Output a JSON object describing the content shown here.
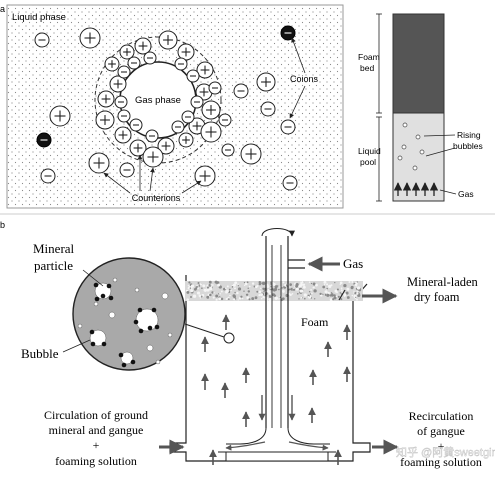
{
  "panel_a": {
    "label": "a",
    "liquid_phase": "Liquid phase",
    "gas_phase": "Gas phase",
    "coions": "Coions",
    "counterions": "Counterions",
    "foam_bed": [
      "Foam",
      "bed"
    ],
    "liquid_pool": [
      "Liquid",
      "pool"
    ],
    "rising_bubbles": [
      "Rising",
      "bubbles"
    ],
    "gas": "Gas"
  },
  "panel_b": {
    "label": "b",
    "mineral_particle": [
      "Mineral",
      "particle"
    ],
    "bubble": "Bubble",
    "gas": "Gas",
    "foam": "Foam",
    "mineral_laden": [
      "Mineral-laden",
      "dry foam"
    ],
    "circulation": [
      "Circulation of ground",
      "mineral and gangue",
      "+",
      "foaming solution"
    ],
    "recirculation": [
      "Recirculation",
      "of gangue",
      "+",
      "foaming solution"
    ]
  },
  "watermark": "知乎 @阿黄sweetgirl",
  "colors": {
    "foam_bed": "#555555",
    "liquid_pool": "#e0e0e0",
    "particle_bg": "#a9a9a9",
    "coion_fill": "#111111",
    "arrow": "#666666"
  }
}
